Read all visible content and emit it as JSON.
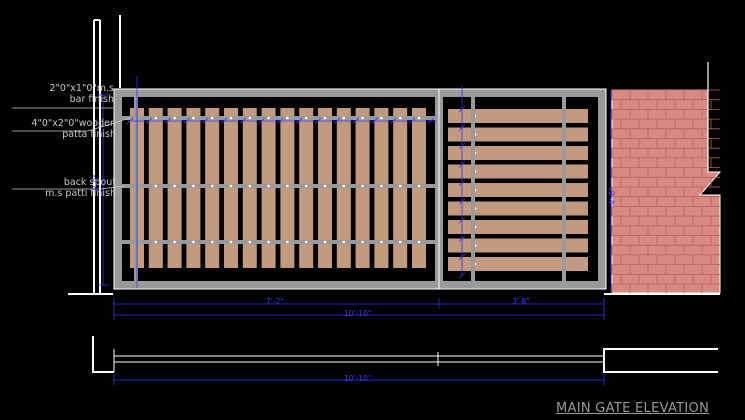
{
  "title": "MAIN GATE ELEVATION",
  "notes": {
    "bar": [
      "2\"0\"x1\"0\"m.s",
      "bar finish"
    ],
    "wooden": [
      "4\"0\"x2\"0\"wooden",
      "patta finish"
    ],
    "spout": [
      "back spout",
      "m.s patti finish"
    ]
  },
  "dimensions": {
    "left_leaf": "7'-2\"",
    "right_leaf": "3'-8\"",
    "overall": "10'-10\"",
    "overall_plan": "10'-10\"",
    "gate_height": "4'-0\"",
    "wall_height": "4'-6\""
  },
  "colors": {
    "background": "#000000",
    "frame": "#9a9a9a",
    "wood": "#c49a7e",
    "brick": "#d98a80",
    "dim_line": "#3030ff",
    "linework": "#ffffff"
  }
}
